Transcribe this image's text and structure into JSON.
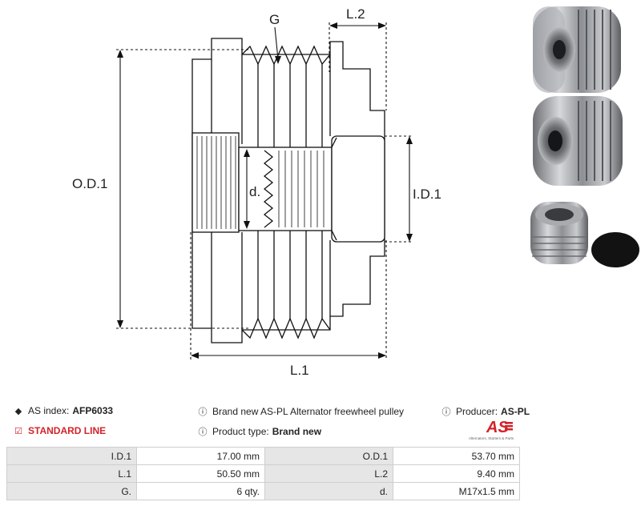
{
  "drawing": {
    "labels": {
      "g": "G",
      "l2": "L.2",
      "od1": "O.D.1",
      "d": "d.",
      "id1": "I.D.1",
      "l1": "L.1"
    }
  },
  "info": {
    "as_index_label": "AS index:",
    "as_index_value": "AFP6033",
    "standard_line": "STANDARD LINE",
    "description": "Brand new AS-PL Alternator freewheel pulley",
    "product_type_label": "Product type:",
    "product_type_value": "Brand new",
    "producer_label": "Producer:",
    "producer_value": "AS-PL"
  },
  "logo": {
    "mark": "AS",
    "tagline": "Alternators, Starters & Parts"
  },
  "specs": [
    {
      "key1": "I.D.1",
      "val1": "17.00 mm",
      "key2": "O.D.1",
      "val2": "53.70 mm"
    },
    {
      "key1": "L.1",
      "val1": "50.50 mm",
      "key2": "L.2",
      "val2": "9.40 mm"
    },
    {
      "key1": "G.",
      "val1": "6 qty.",
      "key2": "d.",
      "val2": "M17x1.5 mm"
    }
  ],
  "icons": {
    "as_index": "tag-icon",
    "standard_line": "checkbox-icon",
    "description": "info-icon",
    "product_type": "info-icon",
    "producer": "info-icon"
  },
  "colors": {
    "accent_red": "#d2232a",
    "table_key_bg": "#e6e6e6"
  }
}
